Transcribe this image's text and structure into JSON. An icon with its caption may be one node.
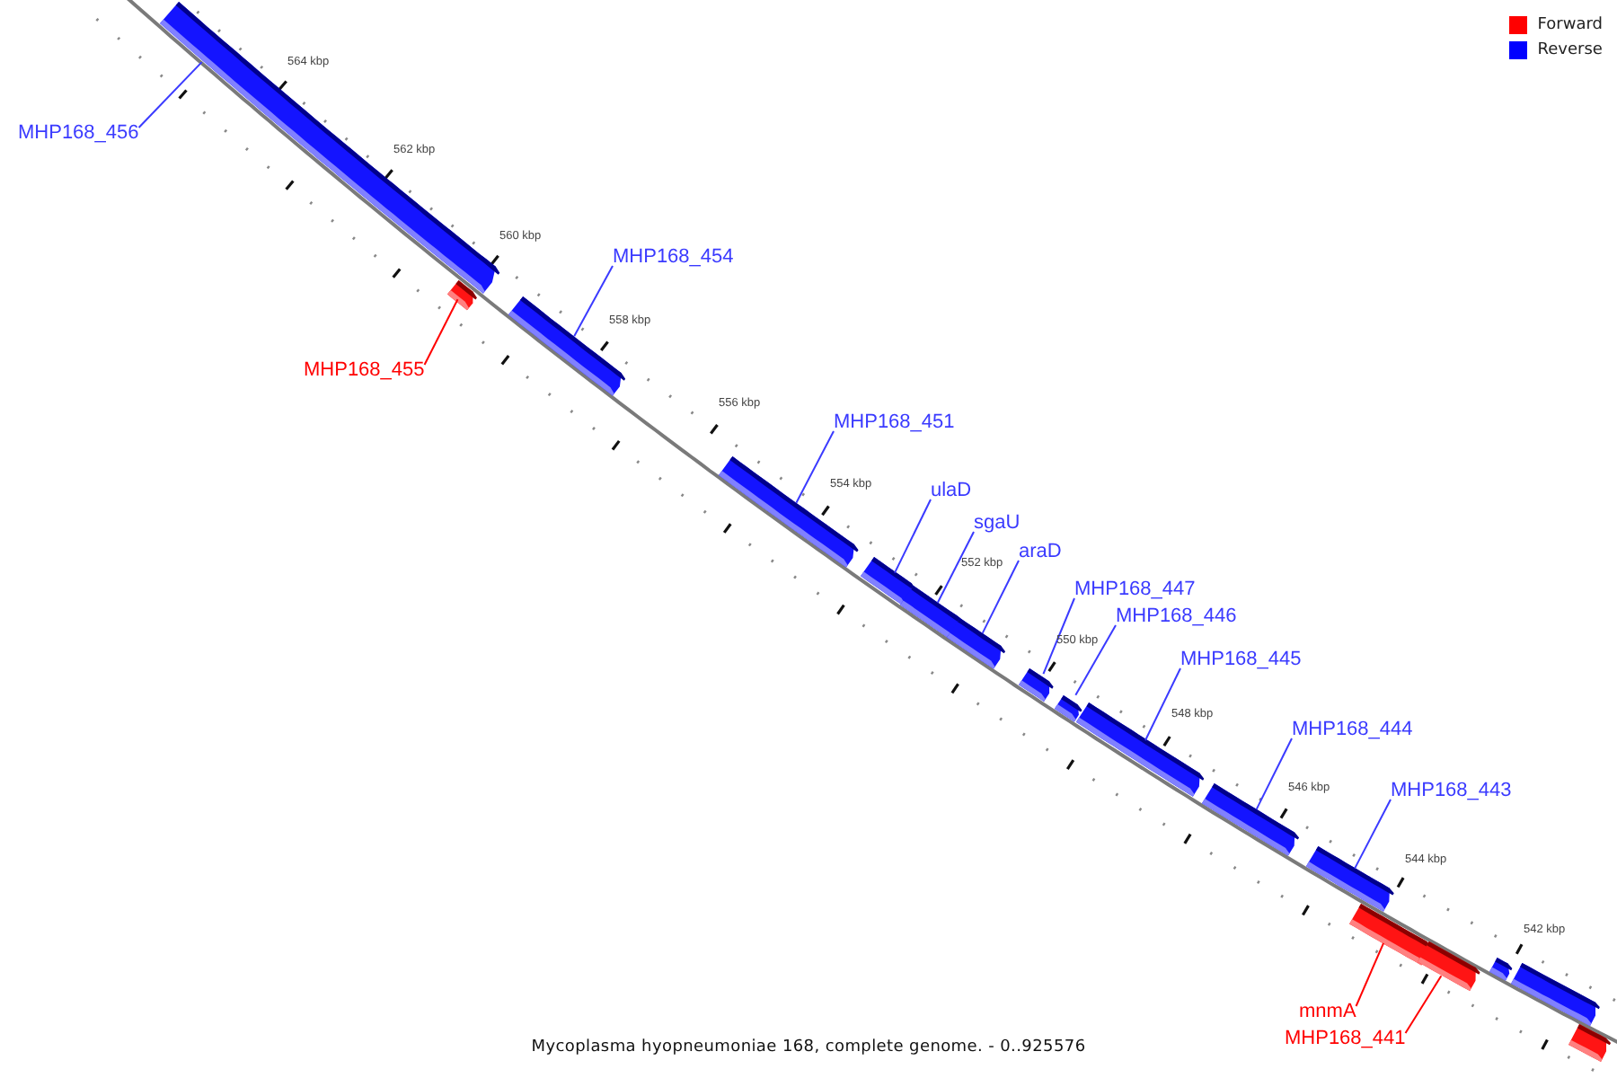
{
  "diagram": {
    "caption": "Mycoplasma hyopneumoniae 168, complete genome. - 0..925576",
    "nodes": [
      {
        "text": [
          "MHP168_456"
        ]
      },
      {
        "text": [],
        "shape": "bar"
      },
      {
        "text": [],
        "shape": "bar"
      },
      {
        "text": [
          "MHP168_455"
        ]
      },
      {
        "text": [
          "MHP168_454"
        ]
      },
      {
        "text": [],
        "shape": "bar"
      },
      {
        "text": [
          "MHP168_451"
        ]
      },
      {
        "text": [],
        "shape": "bar"
      },
      {
        "text": [
          "ulaD"
        ]
      },
      {
        "text": [],
        "shape": "bar"
      },
      {
        "text": [
          "sgaU"
        ]
      },
      {
        "text": [],
        "shape": "bar"
      },
      {
        "text": [
          "araD"
        ]
      },
      {
        "text": [],
        "shape": "bar"
      },
      {
        "text": [
          "MHP168_447"
        ]
      },
      {
        "text": [],
        "shape": "bar"
      },
      {
        "text": [
          "MHP168_446"
        ]
      },
      {
        "text": [],
        "shape": "bar"
      },
      {
        "text": [
          "MHP168_445"
        ]
      },
      {
        "text": [],
        "shape": "bar"
      },
      {
        "text": [
          "MHP168_444"
        ]
      },
      {
        "text": [],
        "shape": "bar"
      },
      {
        "text": [
          "MHP168_443"
        ]
      },
      {
        "text": [],
        "shape": "bar"
      },
      {
        "text": [],
        "shape": "bar"
      },
      {
        "text": [
          "mnmA"
        ]
      },
      {
        "text": [],
        "shape": "bar"
      },
      {
        "text": [
          "MHP168_441"
        ]
      },
      {
        "text": [],
        "shape": "bar"
      },
      {
        "text": [],
        "shape": "bar"
      },
      {
        "text": [],
        "shape": "bar"
      }
    ],
    "edges": [
      {
        "from": 0,
        "to": 1,
        "arrow": "none"
      },
      {
        "from": 4,
        "to": 5,
        "arrow": "none"
      },
      {
        "from": 3,
        "to": 2,
        "arrow": "none",
        "color": "#ff0000"
      },
      {
        "from": 6,
        "to": 7,
        "arrow": "none"
      },
      {
        "from": 8,
        "to": 9,
        "arrow": "none"
      },
      {
        "from": 10,
        "to": 11,
        "arrow": "none"
      },
      {
        "from": 12,
        "to": 13,
        "arrow": "none"
      },
      {
        "from": 14,
        "to": 15,
        "arrow": "none"
      },
      {
        "from": 16,
        "to": 17,
        "arrow": "none"
      },
      {
        "from": 18,
        "to": 19,
        "arrow": "none"
      },
      {
        "from": 20,
        "to": 21,
        "arrow": "none"
      },
      {
        "from": 22,
        "to": 23,
        "arrow": "none"
      },
      {
        "from": 25,
        "to": 24,
        "arrow": "none",
        "color": "#ff0000"
      },
      {
        "from": 27,
        "to": 26,
        "arrow": "none",
        "color": "#ff0000"
      }
    ],
    "labels": [
      "564 kbp",
      "562 kbp",
      "560 kbp",
      "558 kbp",
      "556 kbp",
      "554 kbp",
      "552 kbp",
      "550 kbp",
      "548 kbp",
      "546 kbp",
      "544 kbp",
      "542 kbp"
    ],
    "legend": [
      {
        "text": "Forward",
        "color": "#ff0000"
      },
      {
        "text": "Reverse",
        "color": "#0000ff"
      }
    ]
  }
}
